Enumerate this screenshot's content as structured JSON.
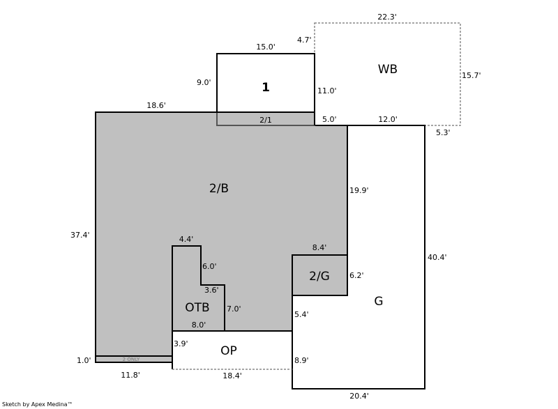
{
  "colors": {
    "area_fill": "#c0c0c0",
    "line": "#000000",
    "dashed": "#888888"
  },
  "areas": {
    "main": "2/B",
    "upper": "1",
    "upper_overlap": "2/1",
    "wb": "WB",
    "garage": "G",
    "garage_upper": "2/G",
    "otb": "OTB",
    "op": "OP",
    "strip": "2 ONLY"
  },
  "dimensions": {
    "wb_top": "22.3'",
    "wb_left": "4.7'",
    "wb_right": "15.7'",
    "wb_bottom_right": "5.3'",
    "one_top": "15.0'",
    "one_left": "9.0'",
    "one_right": "11.0'",
    "main_top": "18.6'",
    "step": "5.0'",
    "g_top": "12.0'",
    "main_right": "19.9'",
    "main_left": "37.4'",
    "g_right": "40.4'",
    "otb_top": "4.4'",
    "otb_a": "6.0'",
    "otb_b": "3.6'",
    "otb_c": "7.0'",
    "otb_bottom": "8.0'",
    "g2_top": "8.4'",
    "g2_right": "6.2'",
    "g_step": "5.4'",
    "op_left": "3.9'",
    "op_right": "8.9'",
    "op_bottom": "18.4'",
    "strip_left": "1.0'",
    "main_bottom": "11.8'",
    "g_bottom": "20.4'"
  },
  "footer": {
    "credit": "Sketch by Apex Medina™"
  }
}
